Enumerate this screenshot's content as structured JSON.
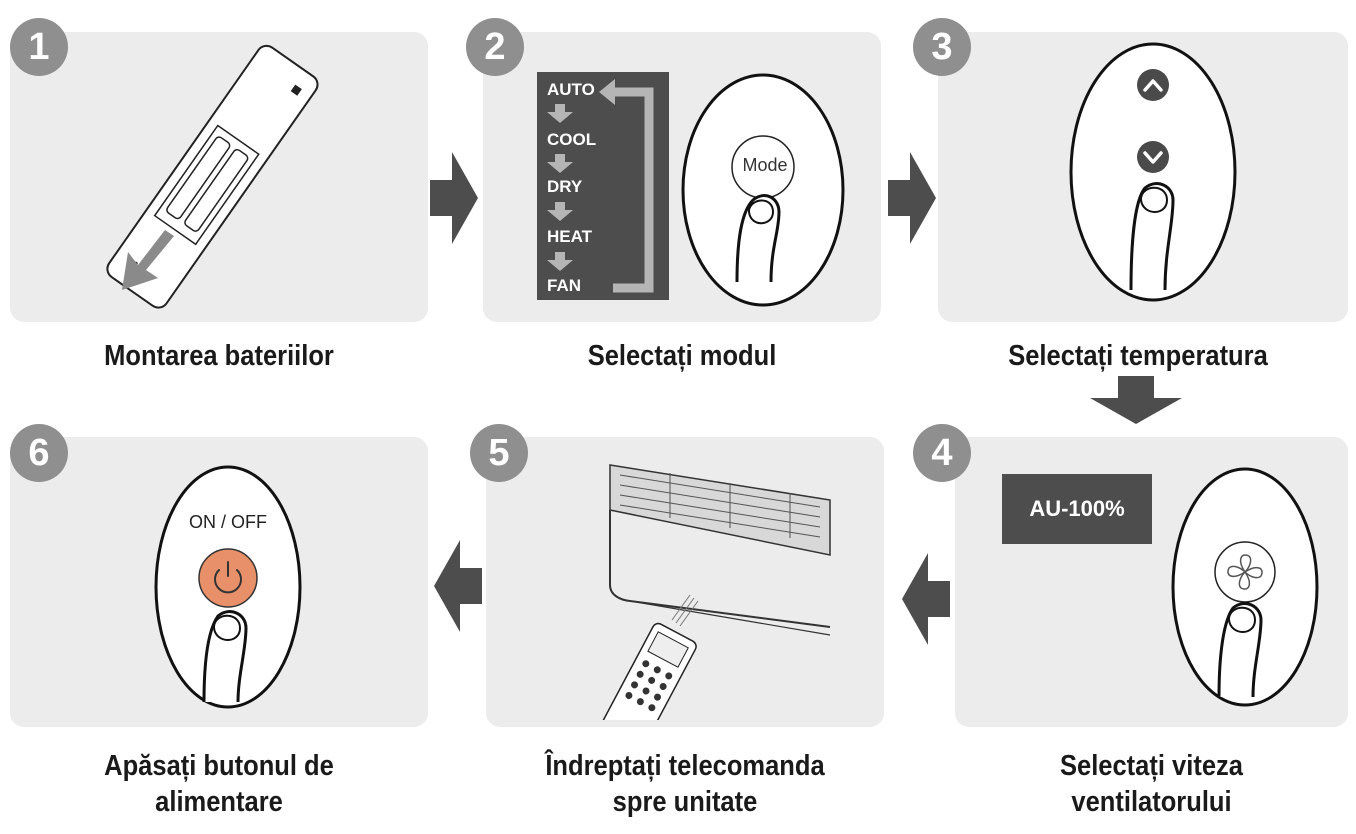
{
  "steps": [
    {
      "number": "1",
      "caption": "Montarea bateriilor"
    },
    {
      "number": "2",
      "caption": "Selectați modul"
    },
    {
      "number": "3",
      "caption": "Selectați temperatura"
    },
    {
      "number": "4",
      "caption_line1": "Selectați viteza",
      "caption_line2": "ventilatorului"
    },
    {
      "number": "5",
      "caption_line1": "Îndreptați telecomanda",
      "caption_line2": "spre unitate"
    },
    {
      "number": "6",
      "caption_line1": "Apăsați butonul de",
      "caption_line2": "alimentare"
    }
  ],
  "modes": [
    "AUTO",
    "COOL",
    "DRY",
    "HEAT",
    "FAN"
  ],
  "mode_button_label": "Mode",
  "fan_speed_display": "AU-100%",
  "power_button_label": "ON / OFF",
  "colors": {
    "panel": "#ececec",
    "badge": "#8f8f8f",
    "arrow": "#4d4d4d",
    "power_button": "#e8906a"
  }
}
